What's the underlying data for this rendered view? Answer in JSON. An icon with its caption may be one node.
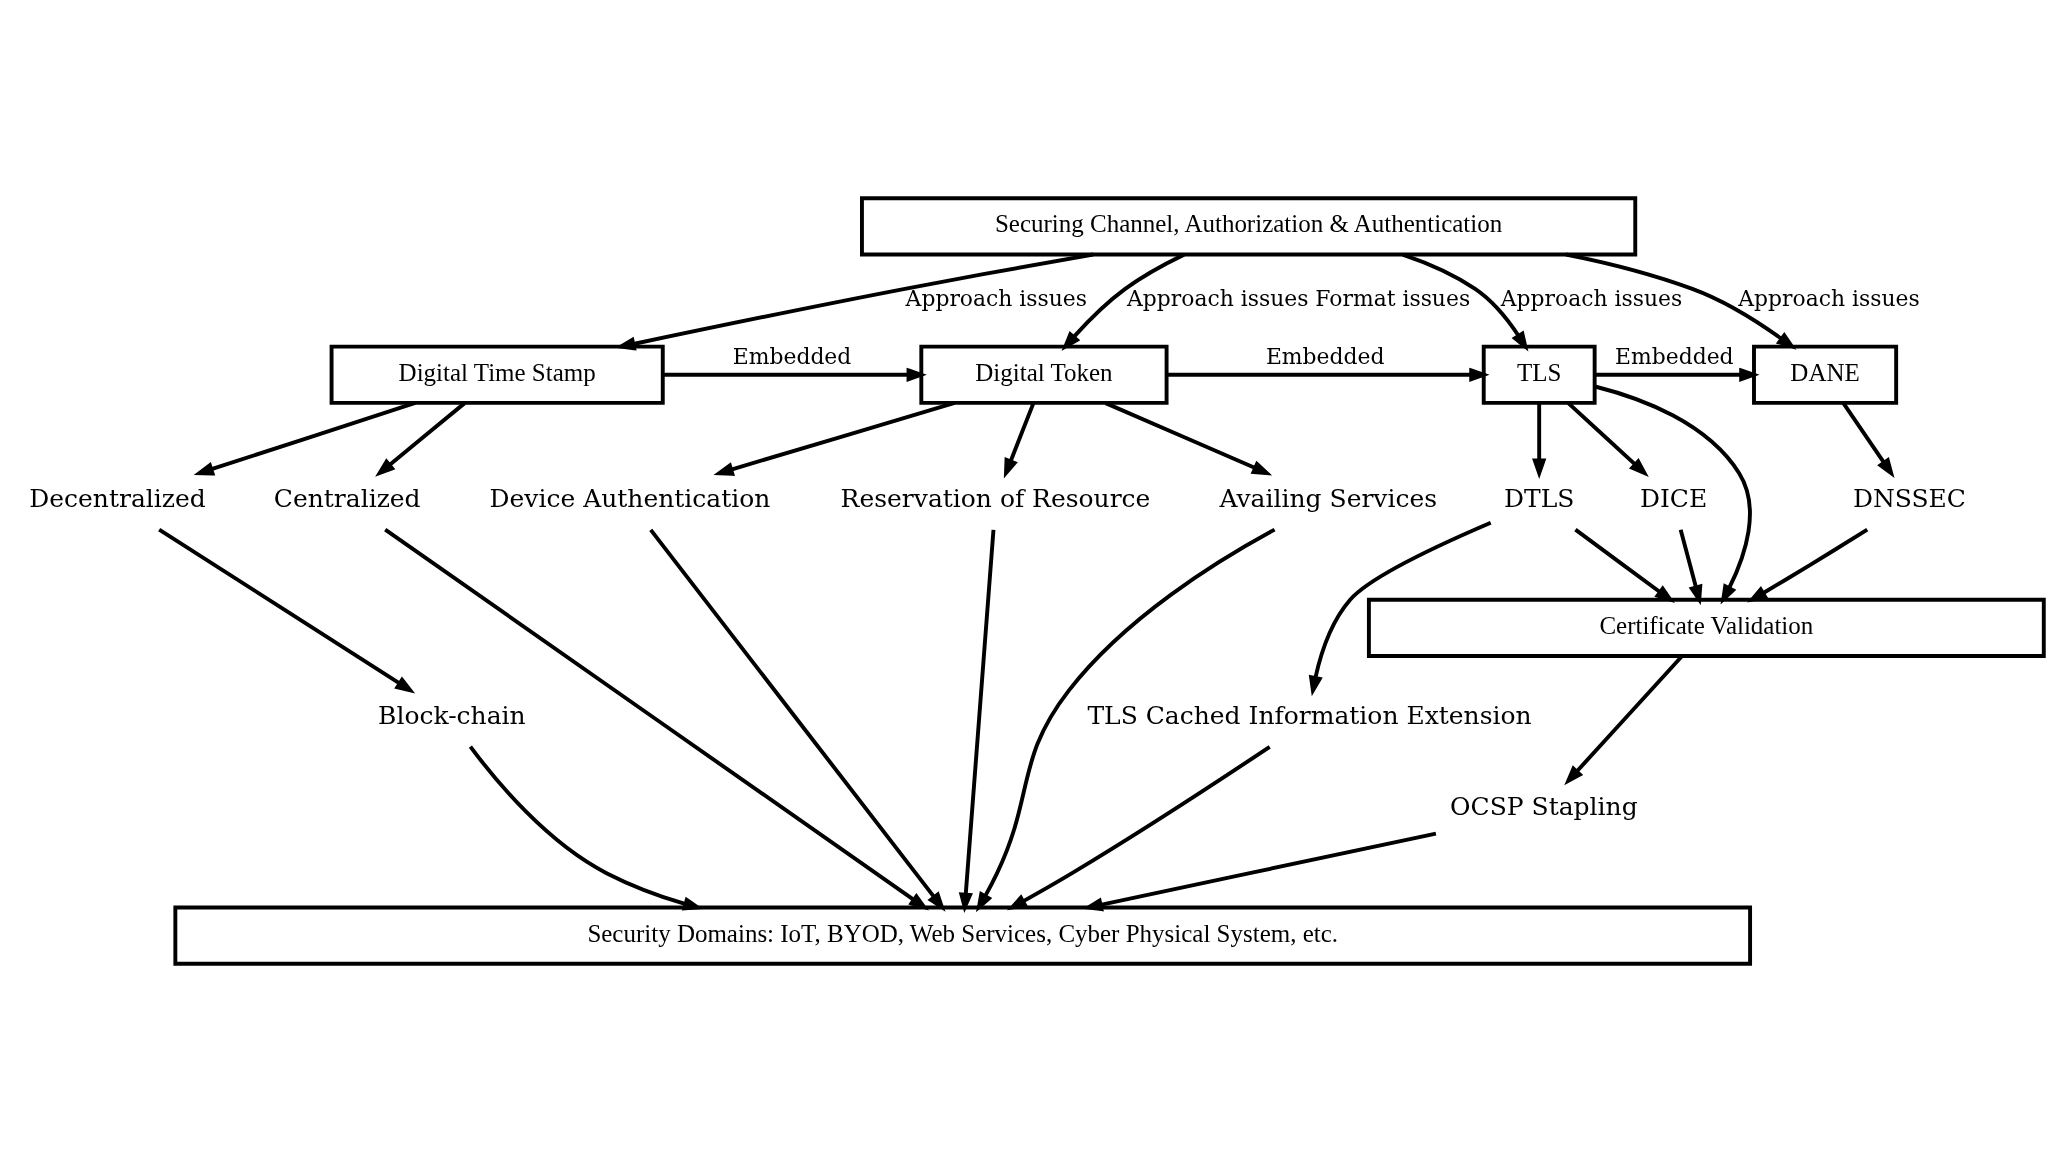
{
  "diagram": {
    "nodes": [
      {
        "text": [
          "Securing Channel, Authorization & Authentication"
        ]
      },
      {
        "text": [
          "Digital Time Stamp"
        ]
      },
      {
        "text": [
          "Digital Token"
        ]
      },
      {
        "text": [
          "TLS"
        ]
      },
      {
        "text": [
          "DANE"
        ]
      },
      {
        "text": [
          "Centralized"
        ]
      },
      {
        "text": [
          "Decentralized"
        ]
      },
      {
        "text": [
          "Block-chain"
        ]
      },
      {
        "text": [
          "Device Authentication"
        ]
      },
      {
        "text": [
          "Reservation of Resource"
        ]
      },
      {
        "text": [
          "Availing Services"
        ]
      },
      {
        "text": [
          "DTLS"
        ]
      },
      {
        "text": [
          "DICE"
        ]
      },
      {
        "text": [
          "DNSSEC"
        ]
      },
      {
        "text": [
          "Certificate Validation"
        ]
      },
      {
        "text": [
          "TLS Cached Information Extension"
        ]
      },
      {
        "text": [
          "OCSP Stapling"
        ]
      },
      {
        "text": [
          "Security Domains: IoT, BYOD, Web Services, Cyber Physical System, etc."
        ]
      }
    ],
    "edges": [
      {
        "from": 0,
        "to": 1,
        "arrow": "to",
        "label": "Approach issues"
      },
      {
        "from": 0,
        "to": 2,
        "arrow": "to",
        "label": "Approach issues Format issues"
      },
      {
        "from": 0,
        "to": 3,
        "arrow": "to",
        "label": "Approach issues"
      },
      {
        "from": 0,
        "to": 4,
        "arrow": "to",
        "label": "Approach issues"
      },
      {
        "from": 1,
        "to": 2,
        "arrow": "to",
        "label": "Embedded"
      },
      {
        "from": 2,
        "to": 3,
        "arrow": "to",
        "label": "Embedded"
      },
      {
        "from": 3,
        "to": 4,
        "arrow": "to",
        "label": "Embedded"
      },
      {
        "from": 1,
        "to": 5,
        "arrow": "to"
      },
      {
        "from": 1,
        "to": 6,
        "arrow": "to"
      },
      {
        "from": 6,
        "to": 7,
        "arrow": "to"
      },
      {
        "from": 2,
        "to": 8,
        "arrow": "to"
      },
      {
        "from": 2,
        "to": 9,
        "arrow": "to"
      },
      {
        "from": 2,
        "to": 10,
        "arrow": "to"
      },
      {
        "from": 3,
        "to": 11,
        "arrow": "to"
      },
      {
        "from": 3,
        "to": 14,
        "arrow": "to"
      },
      {
        "from": 3,
        "to": 12,
        "arrow": "to"
      },
      {
        "from": 4,
        "to": 13,
        "arrow": "to"
      },
      {
        "from": 11,
        "to": 14,
        "arrow": "to"
      },
      {
        "from": 12,
        "to": 14,
        "arrow": "to"
      },
      {
        "from": 13,
        "to": 14,
        "arrow": "to"
      },
      {
        "from": 11,
        "to": 15,
        "arrow": "to"
      },
      {
        "from": 14,
        "to": 16,
        "arrow": "to"
      },
      {
        "from": 5,
        "to": 17,
        "arrow": "to"
      },
      {
        "from": 7,
        "to": 17,
        "arrow": "to"
      },
      {
        "from": 8,
        "to": 17,
        "arrow": "to"
      },
      {
        "from": 9,
        "to": 17,
        "arrow": "to"
      },
      {
        "from": 10,
        "to": 17,
        "arrow": "to"
      },
      {
        "from": 15,
        "to": 17,
        "arrow": "to"
      },
      {
        "from": 16,
        "to": 17,
        "arrow": "to"
      }
    ]
  }
}
